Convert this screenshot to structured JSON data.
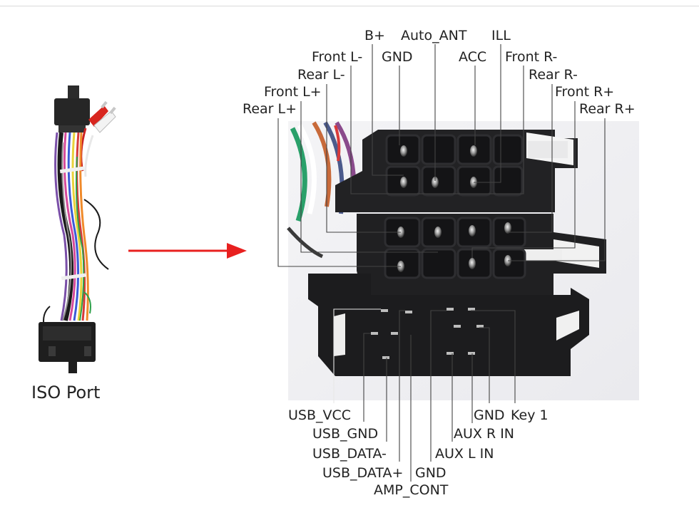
{
  "caption": "ISO Port",
  "colors": {
    "arrow": "#e8201f",
    "connector": "#1d1d1f",
    "leader_line": "#444444"
  },
  "upper_pins": [
    "B+",
    "Auto_ANT",
    "ILL",
    "Front L-",
    "GND",
    "ACC",
    "Front R-",
    "Rear L-",
    "Rear R-",
    "Front L+",
    "Front R+",
    "Rear L+",
    "Rear R+"
  ],
  "lower_pins": [
    "USB_VCC",
    "GND",
    "Key 1",
    "USB_GND",
    "AUX R IN",
    "USB_DATA-",
    "AUX L IN",
    "USB_DATA+",
    "GND",
    "AMP_CONT"
  ]
}
